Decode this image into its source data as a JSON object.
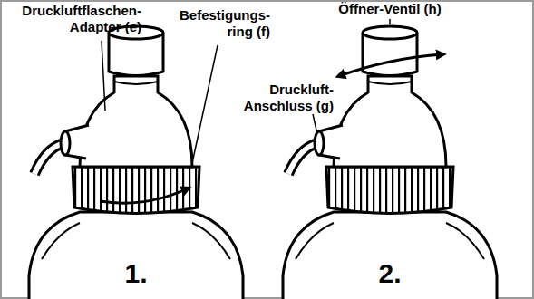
{
  "diagram": {
    "labels": [
      "Druckluftflaschen- Adapter (e)",
      "Befestigungs- ring (f)",
      "Öffner-Ventil (h)",
      "Druckluft- Anschluss (g)",
      "1.",
      "2."
    ]
  }
}
